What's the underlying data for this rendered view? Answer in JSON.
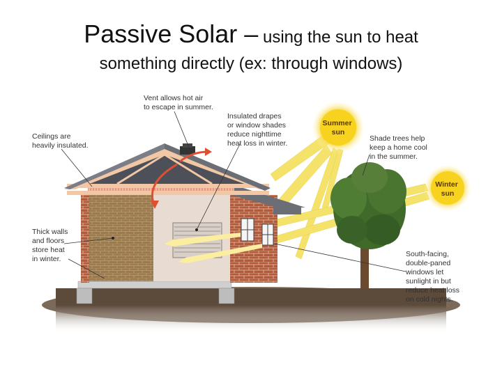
{
  "title": {
    "main": "Passive Solar –",
    "rest": " using the sun to heat",
    "line2": "something directly (ex: through windows)"
  },
  "labels": {
    "vent": [
      "Vent allows hot air",
      "to escape in summer."
    ],
    "drapes": [
      "Insulated drapes",
      "or window shades",
      "reduce nighttime",
      "heat loss in winter."
    ],
    "ceilings": [
      "Ceilings are",
      "heavily insulated."
    ],
    "shade": [
      "Shade trees help",
      "keep a home cool",
      "in the summer."
    ],
    "walls": [
      "Thick walls",
      "and floors",
      "store heat",
      "in winter."
    ],
    "windows": [
      "South-facing,",
      "double-paned",
      "windows let",
      "sunlight in but",
      "reduce heat loss",
      "on cold nights."
    ],
    "summer_sun": [
      "Summer",
      "sun"
    ],
    "winter_sun": [
      "Winter",
      "sun"
    ]
  },
  "colors": {
    "sun": "#f7d21e",
    "sun_glow": "#fbe88a",
    "ray": "#f5e26a",
    "roof": "#6b6e75",
    "trim": "#f2c7a6",
    "brick": "#b45a3c",
    "interior_brick": "#9a7a4e",
    "wall": "#e8dcd2",
    "ground": "#5c4a3a",
    "hot_air": "#e05030",
    "tree": "#3f6a2a"
  }
}
